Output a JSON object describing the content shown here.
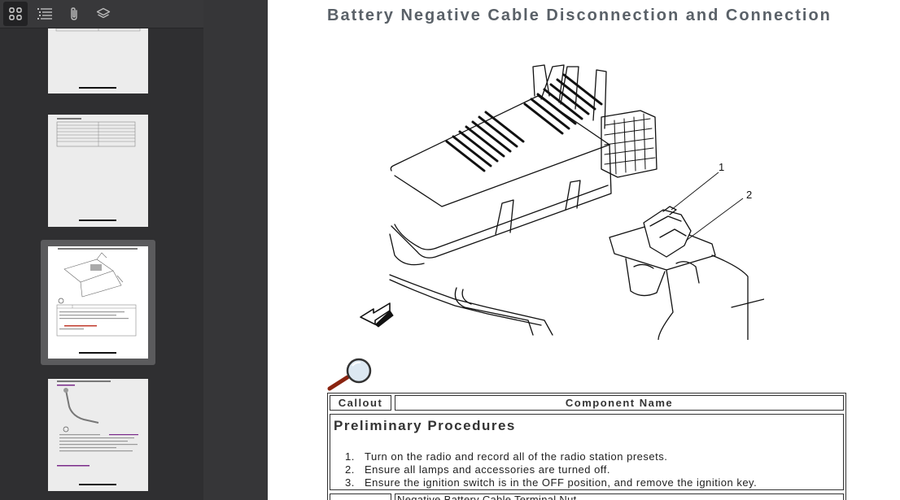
{
  "toolbar": {
    "thumbnails_icon": "thumbnails-grid-icon",
    "outline_icon": "outline-list-icon",
    "attachments_icon": "paperclip-icon",
    "layers_icon": "layers-icon"
  },
  "document": {
    "title": "Battery Negative Cable Disconnection and Connection",
    "callouts": [
      "1",
      "2"
    ],
    "table": {
      "headers": [
        "Callout",
        "Component Name"
      ],
      "section_title": "Preliminary Procedures",
      "steps": [
        {
          "num": "1.",
          "text": "Turn on the radio and record all of the radio station presets."
        },
        {
          "num": "2.",
          "text": "Ensure all lamps and accessories are turned off."
        },
        {
          "num": "3.",
          "text": "Ensure the ignition switch is in the OFF position, and remove the ignition key."
        }
      ],
      "next_row_label": "Negative Battery Cable Terminal Nut"
    }
  },
  "colors": {
    "sidebar_bg": "#2f2f31",
    "toolbar_bg": "#38383a",
    "selected_frame": "#5b5b5d",
    "title_text": "#5a6168"
  }
}
